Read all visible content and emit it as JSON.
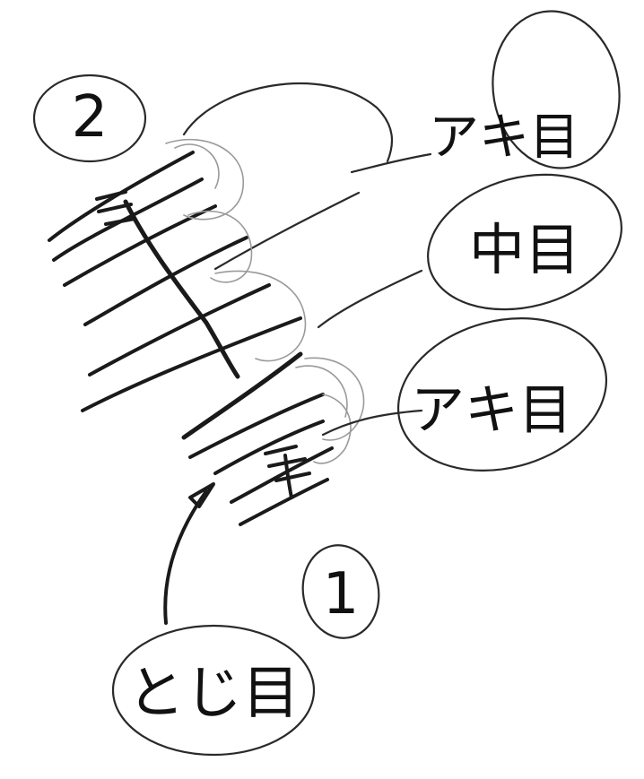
{
  "labels": {
    "step_2": "2",
    "step_1": "1",
    "top_right": "アキ目",
    "middle_right": "中目",
    "lower_right": "アキ目",
    "bottom_left": "とじ目"
  }
}
